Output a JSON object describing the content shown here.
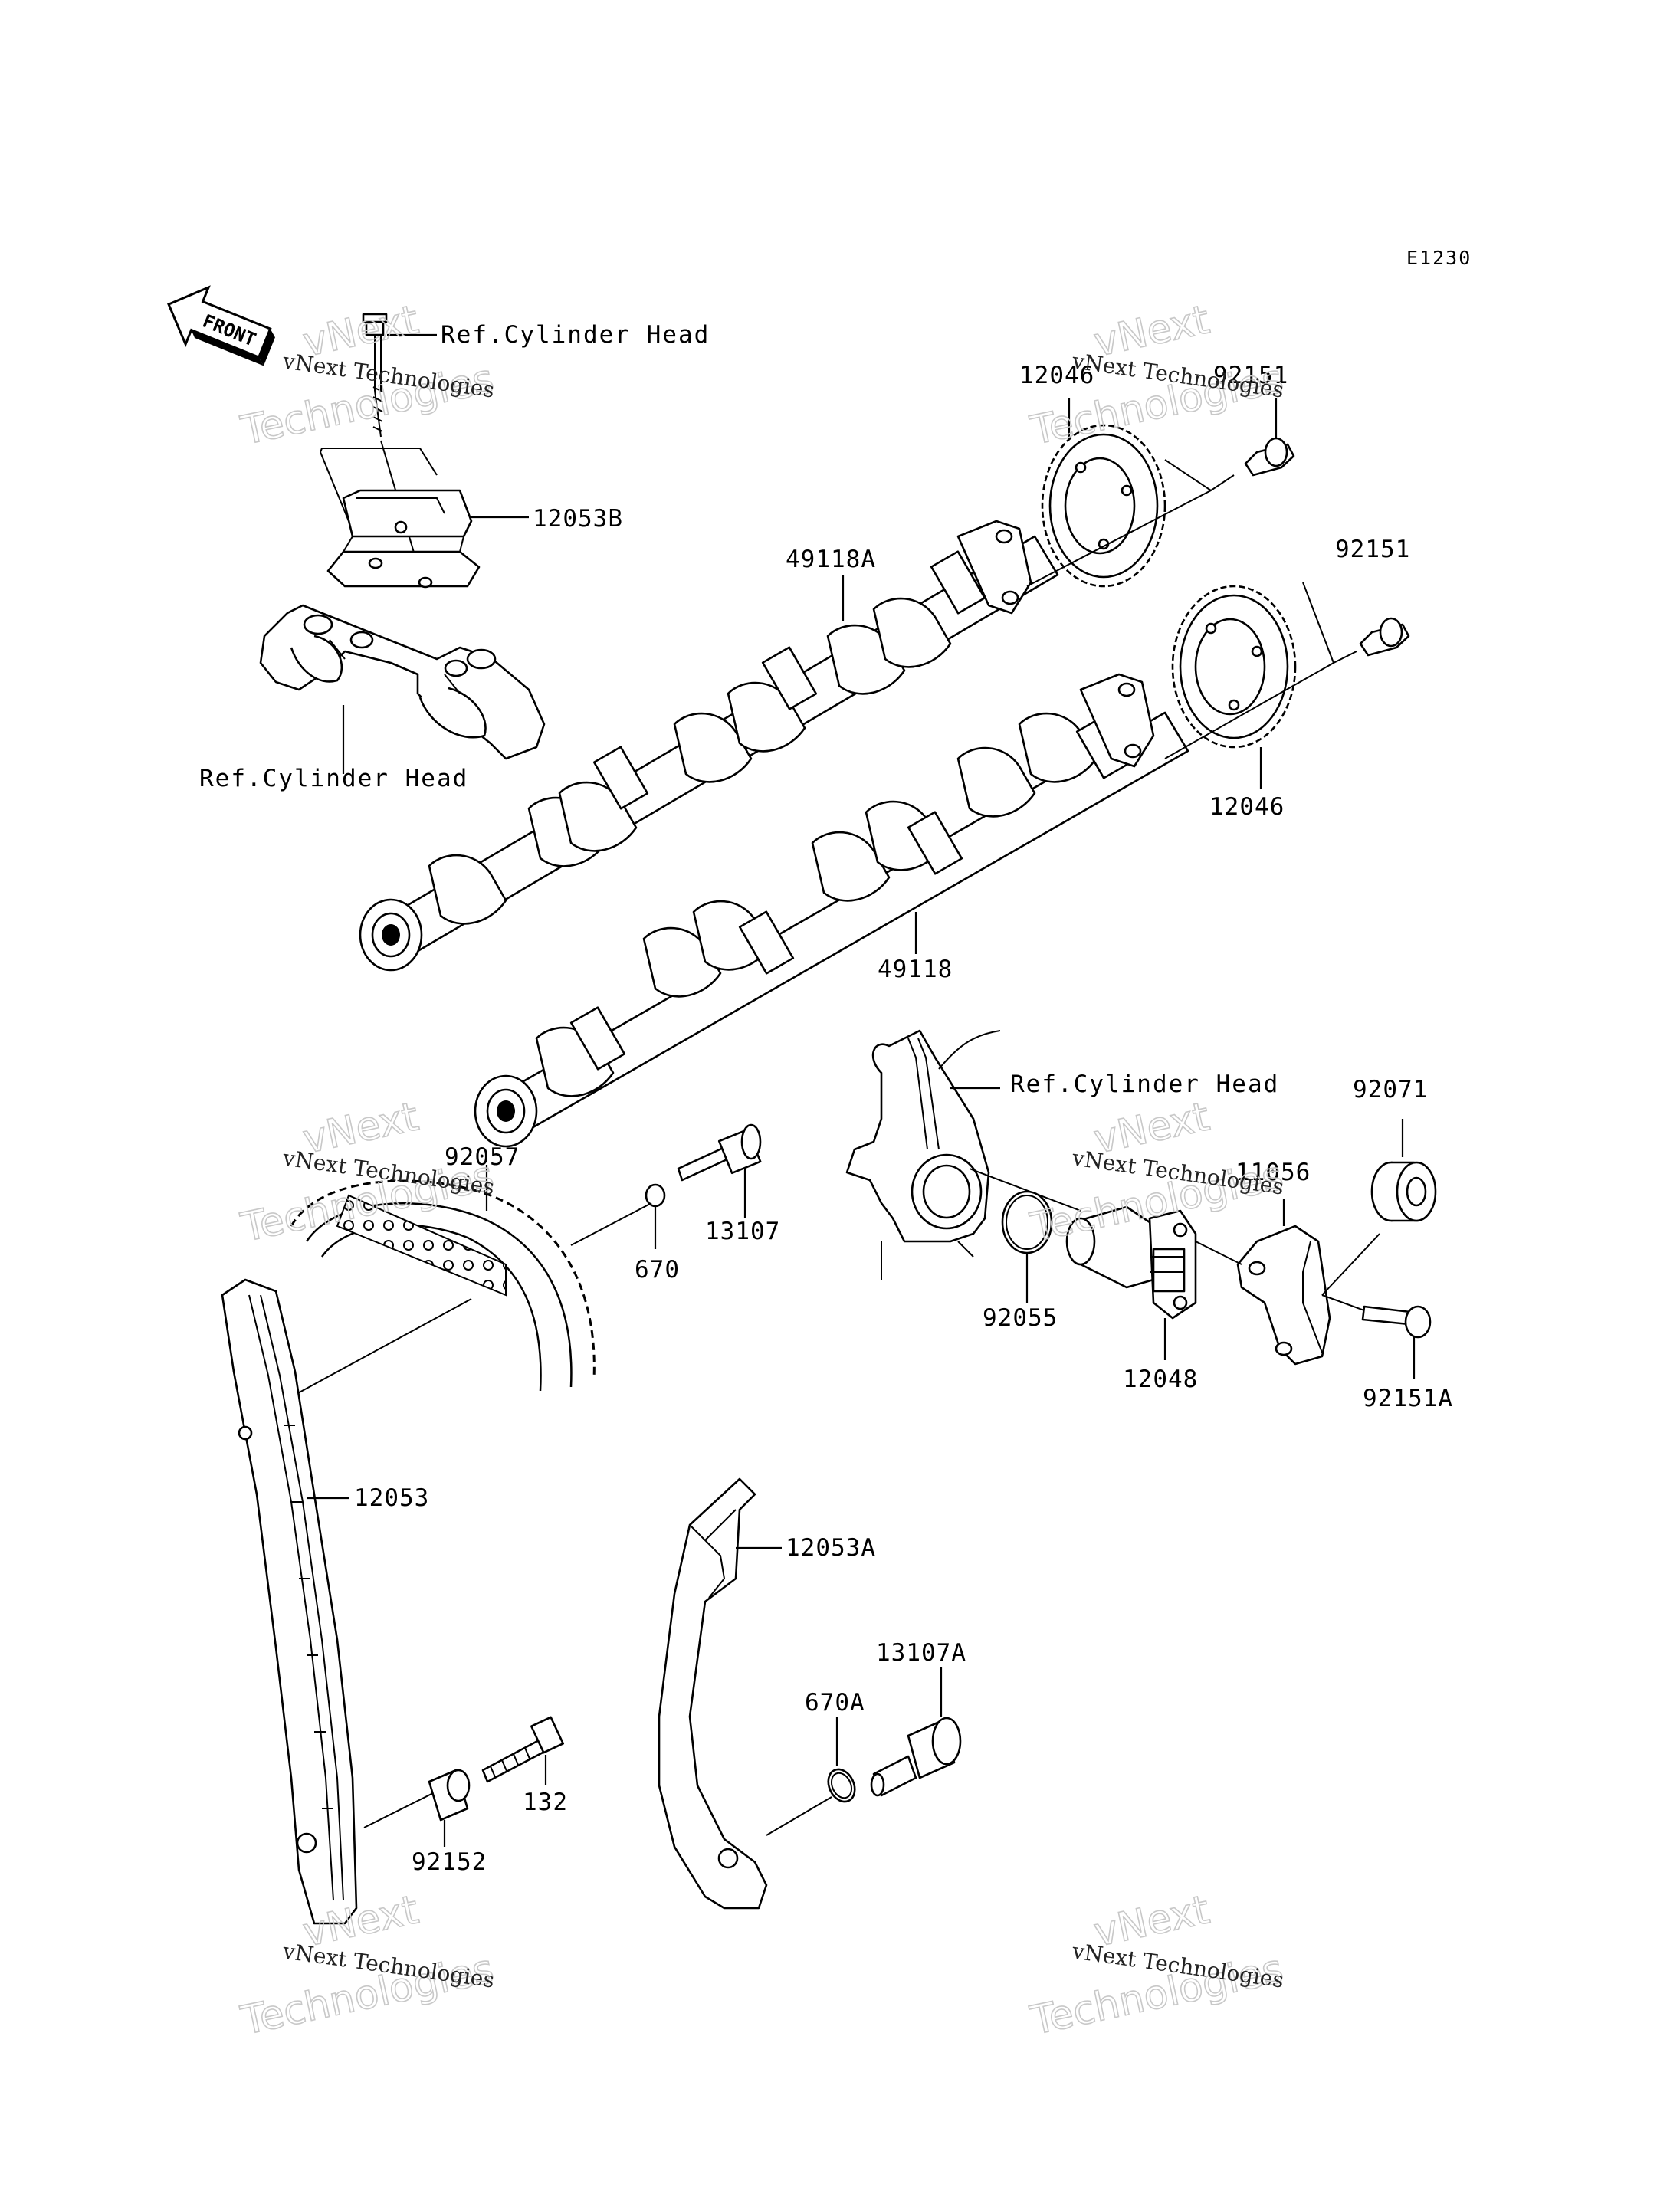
{
  "diagram": {
    "code": "E1230",
    "front_label": "FRONT",
    "watermark": {
      "line1": "vNext Technologies",
      "line2": "vNext",
      "line3": "Technologies"
    },
    "parts": {
      "ref_cyl_head_top": "Ref.Cylinder Head",
      "p12053B": "12053B",
      "ref_cyl_head_left": "Ref.Cylinder Head",
      "p49118A": "49118A",
      "p12046_top": "12046",
      "p92151_top": "92151",
      "p92151_right": "92151",
      "p12046_right": "12046",
      "p49118": "49118",
      "ref_cyl_head_right": "Ref.Cylinder Head",
      "p92071": "92071",
      "p11056": "11056",
      "p92057": "92057",
      "p670": "670",
      "p13107": "13107",
      "p92055": "92055",
      "p12048": "12048",
      "p92151A": "92151A",
      "p12053": "12053",
      "p12053A": "12053A",
      "p13107A": "13107A",
      "p670A": "670A",
      "p132": "132",
      "p92152": "92152"
    }
  }
}
